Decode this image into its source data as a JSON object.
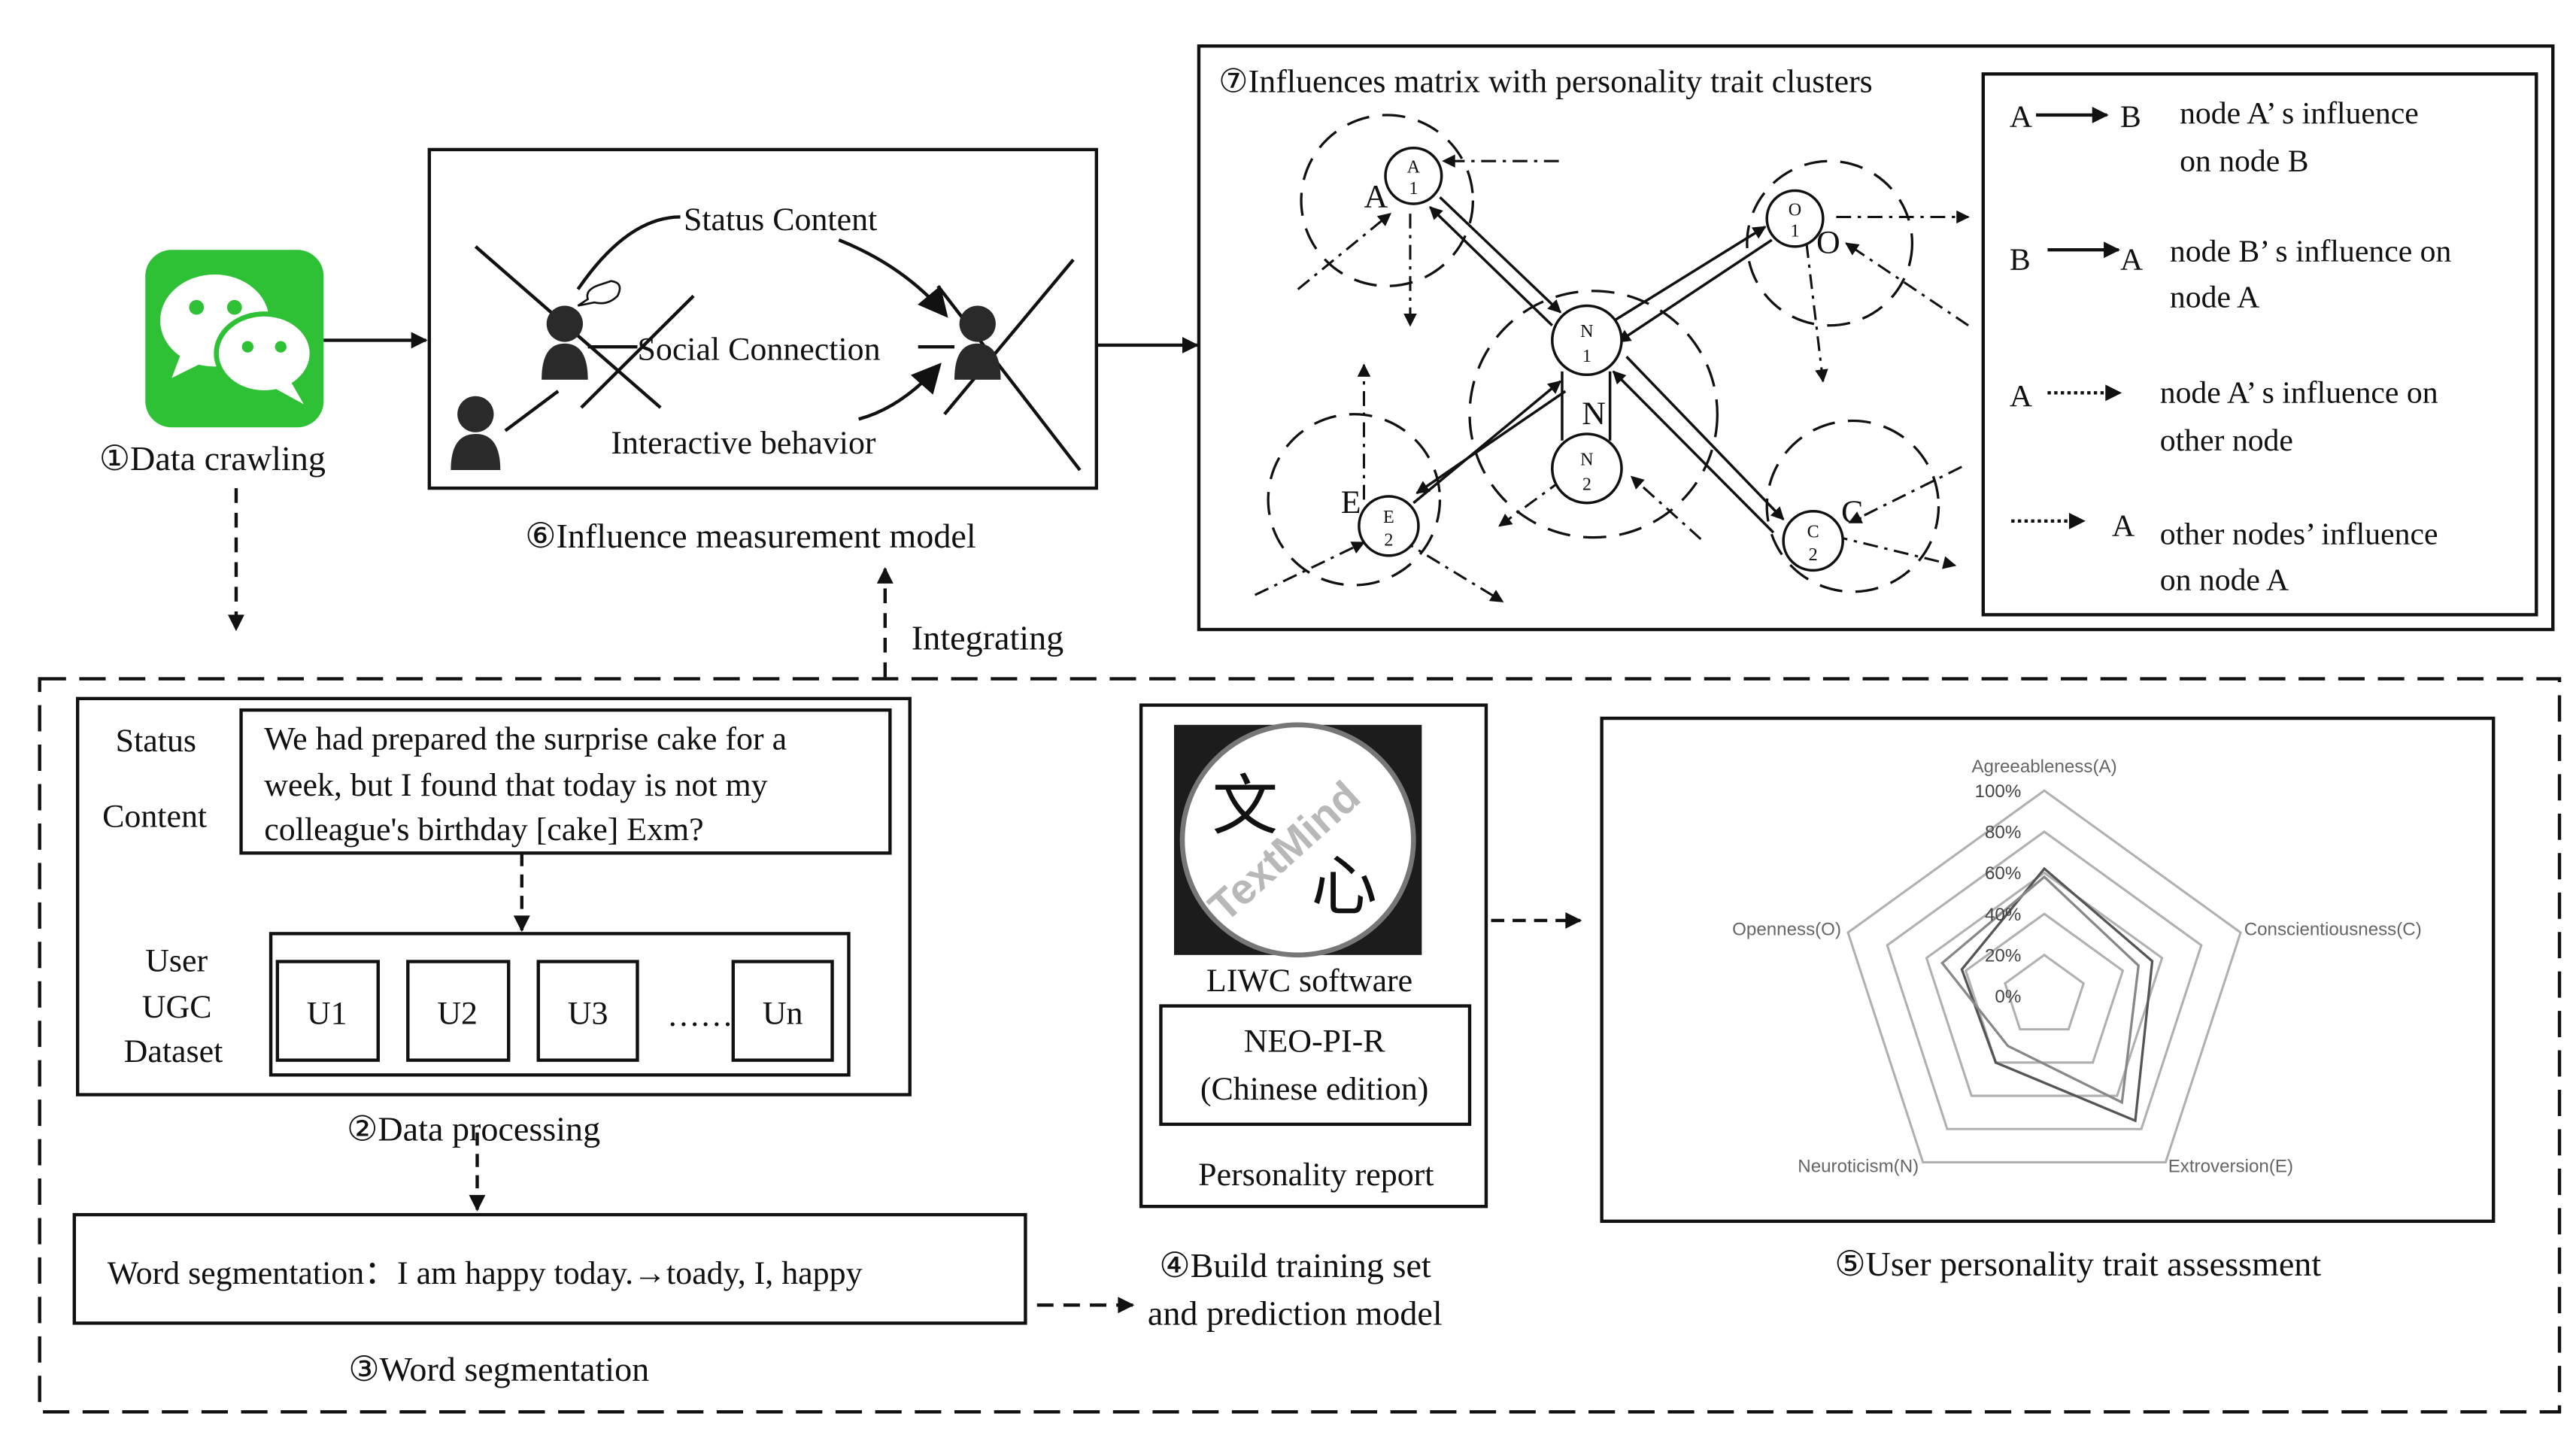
{
  "labels": {
    "step1": "①Data crawling",
    "step2": "②Data processing",
    "step3": "③Word segmentation",
    "step4_line1": "④Build training set",
    "step4_line2": "and prediction model",
    "step5": "⑤User personality trait assessment",
    "step6": "⑥Influence measurement model",
    "step7": "⑦Influences matrix with personality trait clusters",
    "integrating": "Integrating"
  },
  "influence_model": {
    "status_content": "Status Content",
    "social_connection": "Social Connection",
    "interactive_behavior": "Interactive behavior"
  },
  "legend": {
    "l1_a": "A",
    "l1_b": "B",
    "l1_text1": "node A’ s influence",
    "l1_text2": "on node B",
    "l2_b": "B",
    "l2_a": "A",
    "l2_text1": "node B’ s influence on",
    "l2_text2": "node A",
    "l3_a": "A",
    "l3_text1": "node A’ s influence on",
    "l3_text2": "other node",
    "l4_a": "A",
    "l4_text1": "other nodes’  influence",
    "l4_text2": "on node A"
  },
  "nodes": {
    "A1_top": "A",
    "A1_bot": "1",
    "O1_top": "O",
    "O1_bot": "1",
    "N1_top": "N",
    "N1_bot": "1",
    "N2_top": "N",
    "N2_bot": "2",
    "E2_top": "E",
    "E2_bot": "2",
    "C2_top": "C",
    "C2_bot": "2",
    "cluster_A": "A",
    "cluster_O": "O",
    "cluster_N": "N",
    "cluster_E": "E",
    "cluster_C": "C"
  },
  "status_box": {
    "label1": "Status",
    "label2": "Content",
    "text1": "We had prepared the surprise cake for a",
    "text2": "week, but I found that today is not my",
    "text3": "colleague's birthday [cake] Exm?"
  },
  "ugc": {
    "label1": "User",
    "label2": "UGC",
    "label3": "Dataset",
    "items": [
      "U1",
      "U2",
      "U3",
      "Un"
    ],
    "ellipsis": "……"
  },
  "word_seg": {
    "text": "Word segmentation：I am happy today.→toady, I, happy"
  },
  "liwc": {
    "logo_char1": "文",
    "logo_char2": "心",
    "logo_word": "TextMind",
    "software": "LIWC software",
    "neo1": "NEO-PI-R",
    "neo2": "(Chinese edition)",
    "report": "Personality report"
  },
  "chart_data": {
    "type": "radar",
    "axes": [
      "Agreeableness(A)",
      "Conscientiousness(C)",
      "Extroversion(E)",
      "Neuroticism(N)",
      "Openness(O)"
    ],
    "ticks": [
      "0%",
      "20%",
      "40%",
      "60%",
      "80%",
      "100%"
    ],
    "rlim": [
      0,
      100
    ],
    "series": [
      {
        "values": [
          62,
          55,
          75,
          40,
          42
        ]
      },
      {
        "values": [
          58,
          48,
          64,
          30,
          52
        ]
      }
    ],
    "colors": {
      "grid": "#b0b0b0",
      "series": [
        "#555555",
        "#888888"
      ]
    }
  }
}
